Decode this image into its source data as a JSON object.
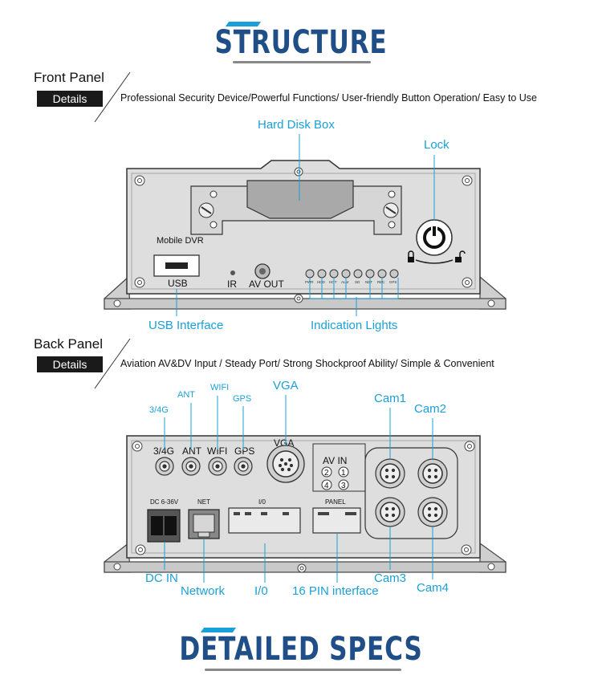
{
  "headings": {
    "structure": "STRUCTURE",
    "specs": "DETAILED SPECS"
  },
  "front": {
    "title": "Front Panel",
    "badge": "Details",
    "description": "Professional Security Device/Powerful Functions/ User-friendly Button Operation/ Easy to Use",
    "callouts": {
      "hdd_box": "Hard Disk Box",
      "lock": "Lock",
      "usb_interface": "USB Interface",
      "indication_lights": "Indication Lights"
    },
    "device_labels": {
      "model": "Mobile DVR",
      "usb": "USB",
      "ir": "IR",
      "av_out": "AV OUT"
    },
    "leds": [
      "PWR",
      "HDD",
      "HOT",
      "ALM",
      "SD",
      "NET",
      "REC",
      "GPS"
    ]
  },
  "back": {
    "title": "Back Panel",
    "badge": "Details",
    "description": "Aviation AV&DV Input / Steady Port/ Strong Shockproof Ability/ Simple & Convenient",
    "callouts": {
      "ant": "ANT",
      "wifi": "WIFI",
      "gps": "GPS",
      "g34": "3/4G",
      "vga": "VGA",
      "cam1": "Cam1",
      "cam2": "Cam2",
      "cam3": "Cam3",
      "cam4": "Cam4",
      "dc_in": "DC IN",
      "network": "Network",
      "io": "I/0",
      "pin16": "16 PIN interface"
    },
    "device_labels": {
      "g34": "3/4G",
      "ant": "ANT",
      "wifi": "WIFI",
      "gps": "GPS",
      "vga": "VGA",
      "av_in": "AV  IN",
      "dc": "DC 6-36V",
      "net": "NET",
      "io": "I/0",
      "panel": "PANEL",
      "n1": "1",
      "n2": "2",
      "n3": "3",
      "n4": "4"
    }
  },
  "colors": {
    "heading": "#1f4f86",
    "accent": "#1aa0d8",
    "device_body": "#dcdcdc",
    "device_dark": "#8a8a8a"
  }
}
